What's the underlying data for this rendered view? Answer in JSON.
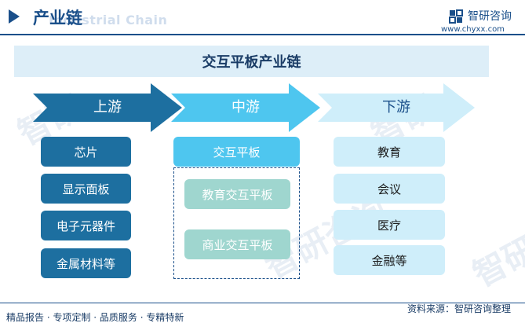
{
  "header": {
    "title": "产业链",
    "subtitle_watermark": "Industrial Chain",
    "brand_name": "智研咨询",
    "brand_url": "www.chyxx.com"
  },
  "diagram": {
    "title": "交互平板产业链",
    "upstream": {
      "label": "上游",
      "items": [
        "芯片",
        "显示面板",
        "电子元器件",
        "金属材料等"
      ]
    },
    "midstream": {
      "label": "中游",
      "main": "交互平板",
      "items": [
        "教育交互平板",
        "商业交互平板"
      ]
    },
    "downstream": {
      "label": "下游",
      "items": [
        "教育",
        "会议",
        "医疗",
        "金融等"
      ]
    }
  },
  "footer": {
    "left": "精品报告 · 专项定制 · 品质服务 · 专精特新",
    "right": "资料来源：智研咨询整理"
  },
  "colors": {
    "brand": "#1a4f8a",
    "upstream": "#1d6fa0",
    "midstream": "#4ec6ef",
    "midstream_sub": "#9fd6cf",
    "downstream": "#cfeefa"
  }
}
